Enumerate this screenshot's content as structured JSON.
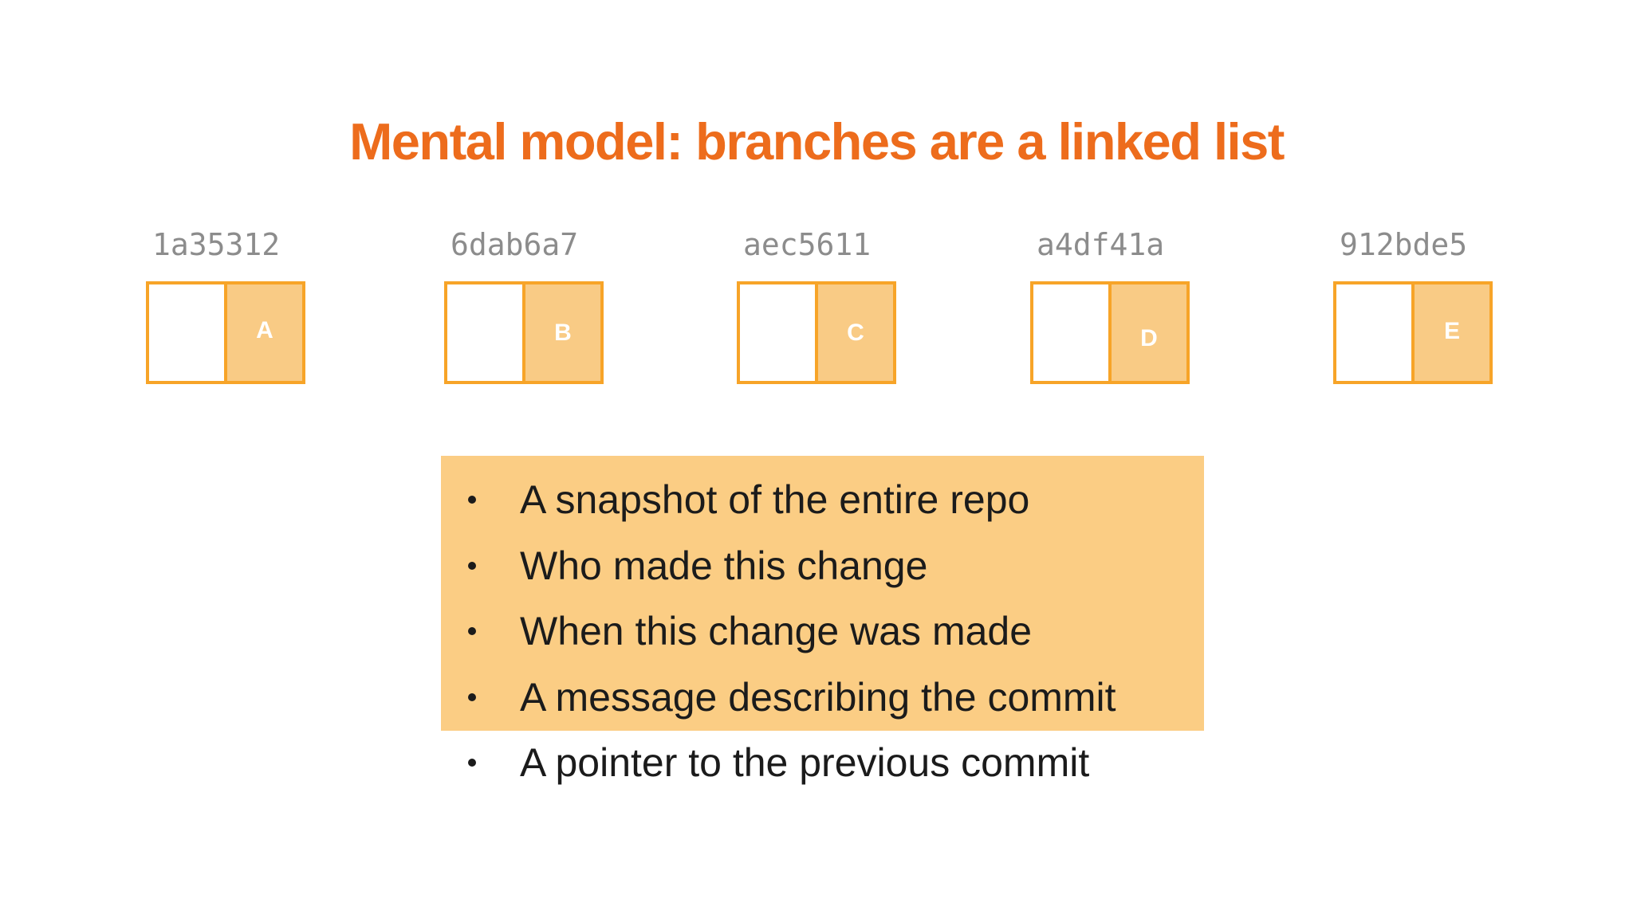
{
  "slide": {
    "title": "Mental model: branches are a linked list"
  },
  "commits": [
    {
      "hash": "1a35312",
      "label": "A"
    },
    {
      "hash": "6dab6a7",
      "label": "B"
    },
    {
      "hash": "aec5611",
      "label": "C"
    },
    {
      "hash": "a4df41a",
      "label": "D"
    },
    {
      "hash": "912bde5",
      "label": "E"
    }
  ],
  "bullets": [
    "A snapshot of the entire repo",
    "Who made this change",
    "When this change was made",
    "A message describing the commit",
    "A pointer to the previous commit"
  ],
  "highlighted_bullet_count": 4,
  "colors": {
    "title_orange": "#ED6C1C",
    "box_border_orange": "#F7A428",
    "box_fill_orange": "#F9CB85",
    "highlight_orange": "#FBCD84",
    "hash_gray": "#8C8C8C",
    "text_black": "#1B1B1B",
    "background": "#FFFFFF"
  }
}
